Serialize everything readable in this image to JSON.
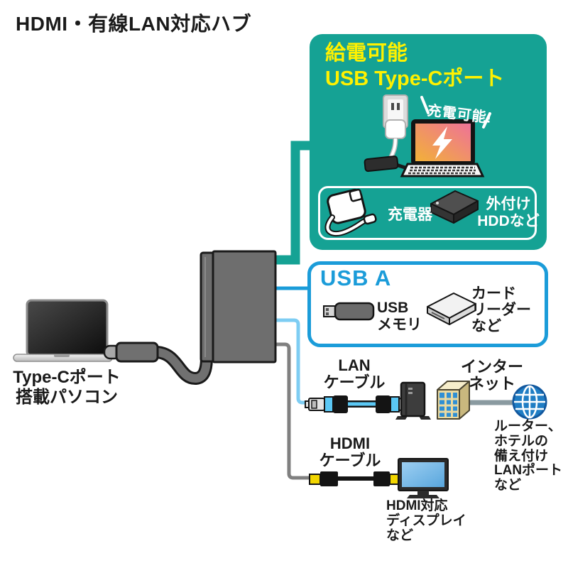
{
  "title": "HDMI・有線LAN対応ハブ",
  "colors": {
    "teal": "#15a294",
    "heading_yellow": "#fff100",
    "usb_a_blue": "#1b9cd9",
    "lan_light_blue": "#7ecdf3",
    "hdmi_line_gray": "#808080",
    "hdmi_plug_yellow": "#f2d600"
  },
  "typec_panel": {
    "heading": [
      "給電可能",
      "USB Type-Cポート"
    ],
    "charge_badge": "充電可能!",
    "items": [
      {
        "icon": "charger-icon",
        "label": [
          "充電器"
        ]
      },
      {
        "icon": "hdd-icon",
        "label": [
          "外付け",
          "HDDなど"
        ]
      }
    ]
  },
  "usb_a_panel": {
    "heading": "USB A",
    "items": [
      {
        "icon": "usb-memory-icon",
        "label": [
          "USB",
          "メモリ"
        ]
      },
      {
        "icon": "card-reader-icon",
        "label": [
          "カード",
          "リーダー",
          "など"
        ]
      }
    ]
  },
  "source_device": {
    "caption": [
      "Type-Cポート",
      "搭載パソコン"
    ]
  },
  "lan_branch": {
    "cable_label": [
      "LAN",
      "ケーブル"
    ],
    "internet_label": [
      "インター",
      "ネット"
    ],
    "note": [
      "ルーター、",
      "ホテルの",
      "備え付け",
      "LANポート",
      "など"
    ]
  },
  "hdmi_branch": {
    "cable_label": [
      "HDMI",
      "ケーブル"
    ],
    "note": [
      "HDMI対応",
      "ディスプレイ",
      "など"
    ]
  }
}
